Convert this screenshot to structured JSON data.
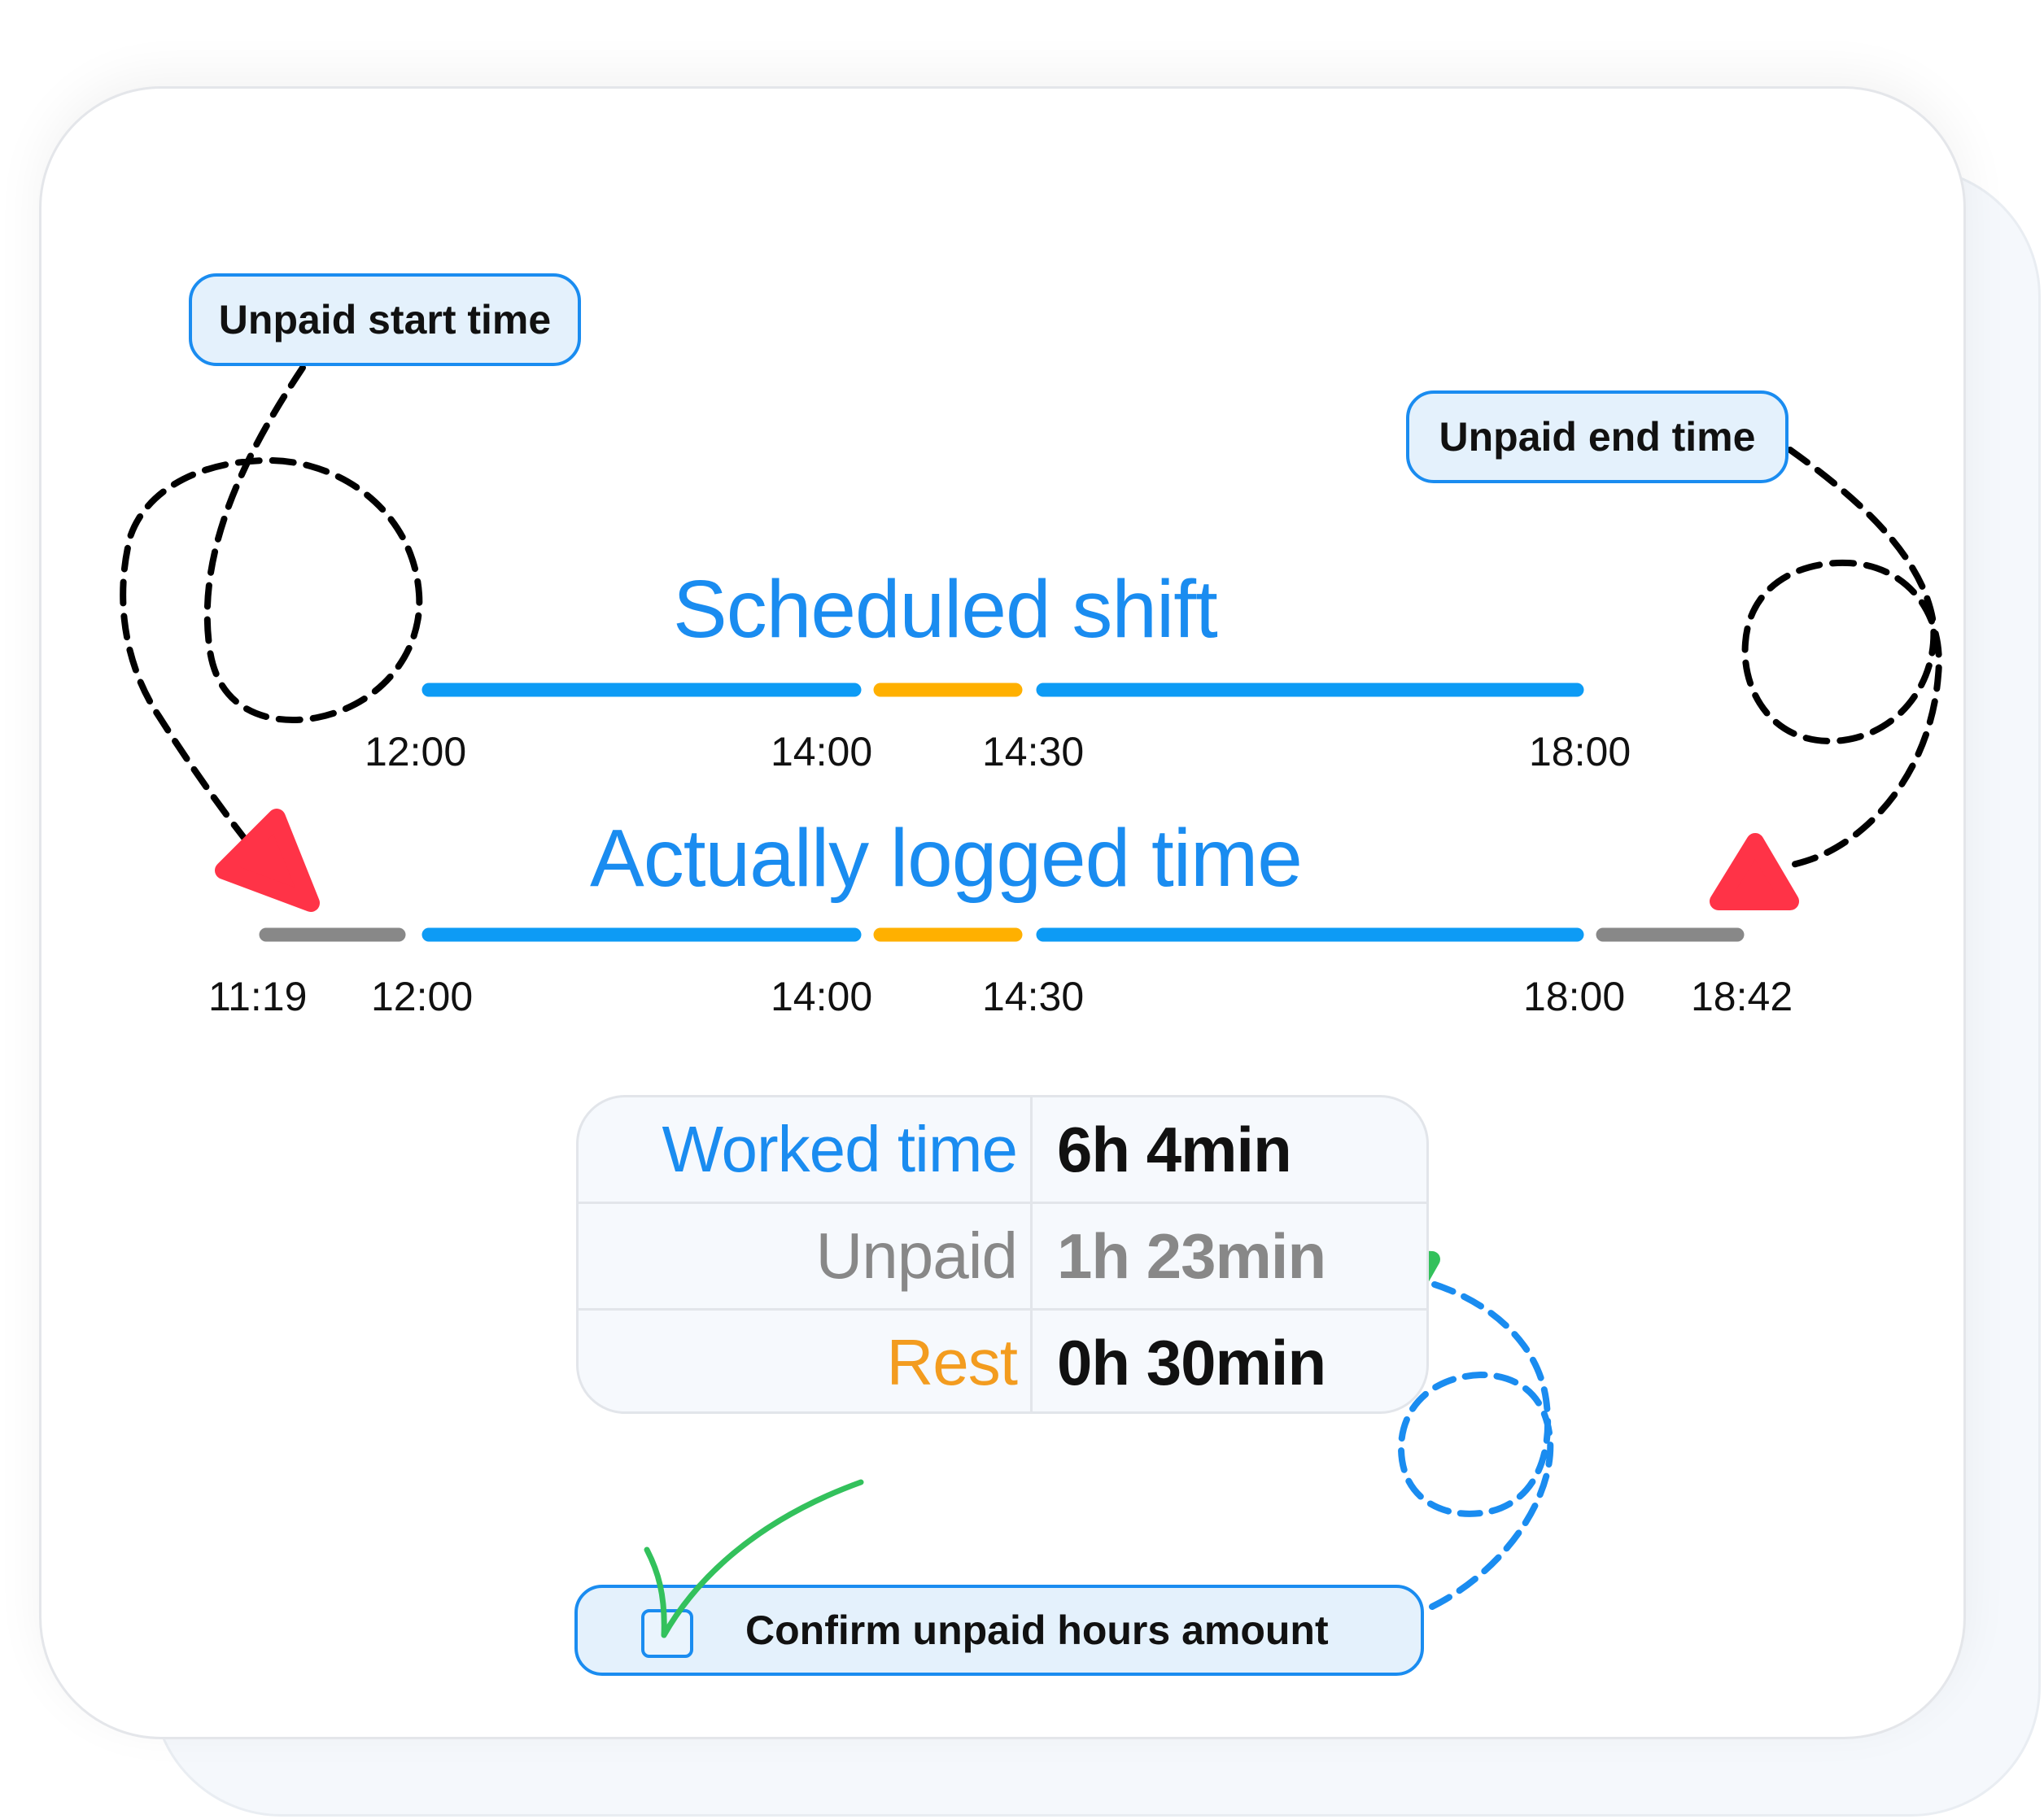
{
  "callouts": {
    "unpaid_start": "Unpaid start time",
    "unpaid_end": "Unpaid end time"
  },
  "scheduled": {
    "title": "Scheduled shift",
    "ticks": [
      "12:00",
      "14:00",
      "14:30",
      "18:00"
    ]
  },
  "logged": {
    "title": "Actually logged time",
    "ticks": [
      "11:19",
      "12:00",
      "14:00",
      "14:30",
      "18:00",
      "18:42"
    ]
  },
  "summary": {
    "rows": [
      {
        "label": "Worked time",
        "value": "6h 4min"
      },
      {
        "label": "Unpaid",
        "value": "1h 23min"
      },
      {
        "label": "Rest",
        "value": "0h 30min"
      }
    ]
  },
  "confirm": {
    "label": "Confirm unpaid hours amount",
    "checked": true
  },
  "colors": {
    "work": "#0d9bf5",
    "rest": "#ffb000",
    "unpaid": "#888888",
    "title_blue": "#1a8cf0",
    "unpaid_label": "#888888",
    "rest_label": "#f39c1f",
    "marker_red": "#ff3347",
    "marker_green": "#33c15c"
  }
}
